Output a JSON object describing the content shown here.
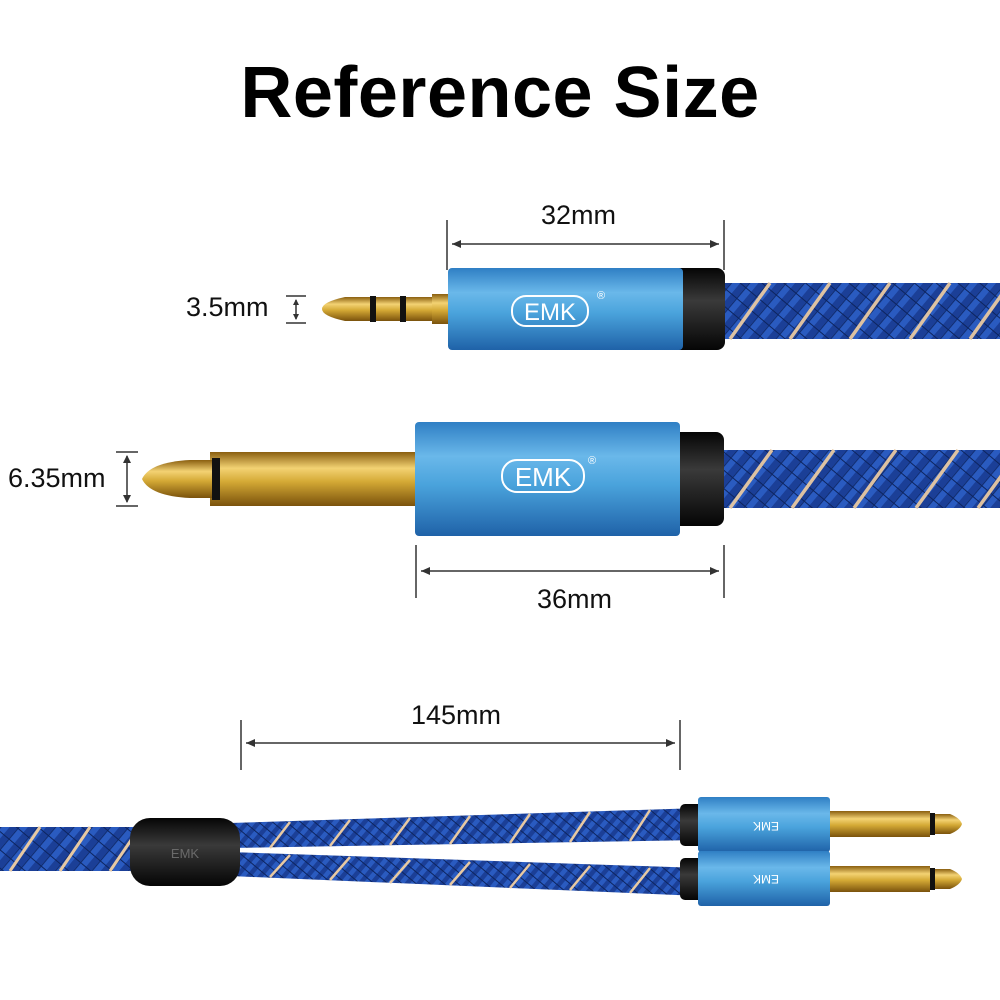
{
  "title": "Reference Size",
  "brand": "EMK",
  "registered_mark": "®",
  "dimensions": {
    "mini_plug_length": "32mm",
    "mini_plug_diameter": "3.5mm",
    "quarter_plug_diameter": "6.35mm",
    "quarter_plug_length": "36mm",
    "split_length": "145mm"
  },
  "colors": {
    "cable_blue": "#1e4aa8",
    "housing_blue": "#4aa3dc",
    "gold": "#d4a935",
    "stripe": "#e8c9a2",
    "black": "#151515"
  }
}
